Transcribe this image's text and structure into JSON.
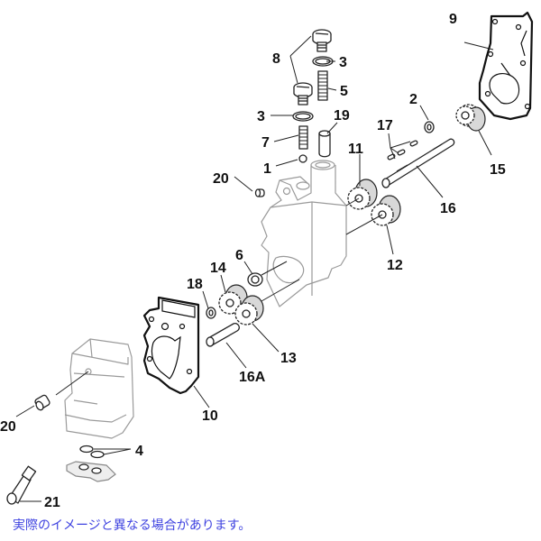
{
  "diagram": {
    "type": "exploded-parts-diagram",
    "callouts": [
      {
        "id": "1",
        "label": "1"
      },
      {
        "id": "2",
        "label": "2"
      },
      {
        "id": "3a",
        "label": "3"
      },
      {
        "id": "3b",
        "label": "3"
      },
      {
        "id": "4",
        "label": "4"
      },
      {
        "id": "5",
        "label": "5"
      },
      {
        "id": "6",
        "label": "6"
      },
      {
        "id": "7",
        "label": "7"
      },
      {
        "id": "8",
        "label": "8"
      },
      {
        "id": "9",
        "label": "9"
      },
      {
        "id": "10",
        "label": "10"
      },
      {
        "id": "11",
        "label": "11"
      },
      {
        "id": "12",
        "label": "12"
      },
      {
        "id": "13",
        "label": "13"
      },
      {
        "id": "14",
        "label": "14"
      },
      {
        "id": "15",
        "label": "15"
      },
      {
        "id": "16",
        "label": "16"
      },
      {
        "id": "16A",
        "label": "16A"
      },
      {
        "id": "17",
        "label": "17"
      },
      {
        "id": "18",
        "label": "18"
      },
      {
        "id": "19",
        "label": "19"
      },
      {
        "id": "20a",
        "label": "20"
      },
      {
        "id": "20b",
        "label": "20"
      },
      {
        "id": "21",
        "label": "21"
      }
    ],
    "colors": {
      "line": "#222222",
      "note": "#3f43e0",
      "background": "#ffffff"
    }
  },
  "note": {
    "text": "実際のイメージと異なる場合があります。"
  }
}
